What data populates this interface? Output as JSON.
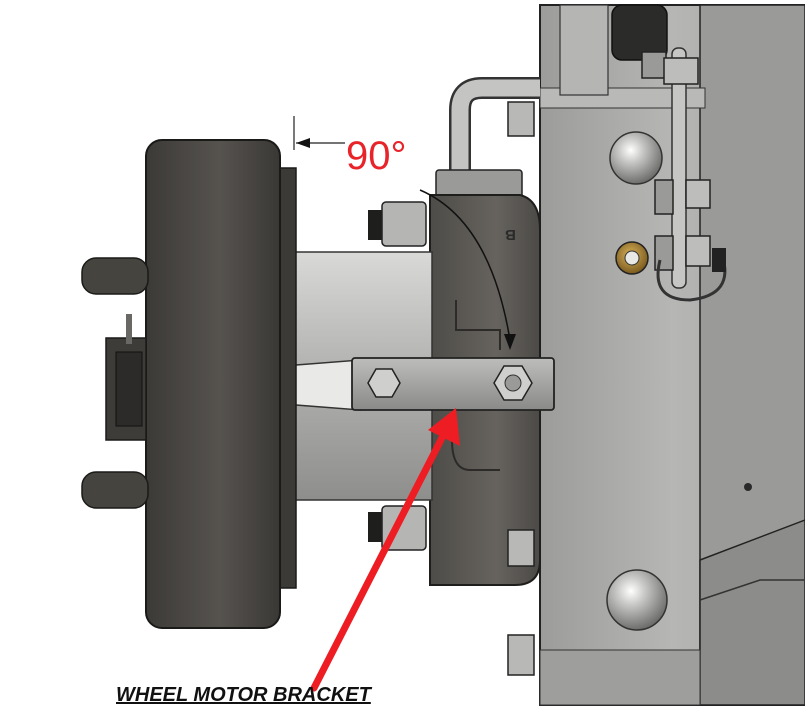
{
  "figure": {
    "angle_label": "90°",
    "caption": "WHEEL MOTOR BRACKET",
    "part_mark": "B"
  },
  "colors": {
    "callout_arrow": "#ee1d23",
    "angle_text": "#e8242a",
    "wheel_hub": "#4a4844",
    "frame_plate": "#a8a8a6",
    "motor_body": "#5c5a56"
  }
}
